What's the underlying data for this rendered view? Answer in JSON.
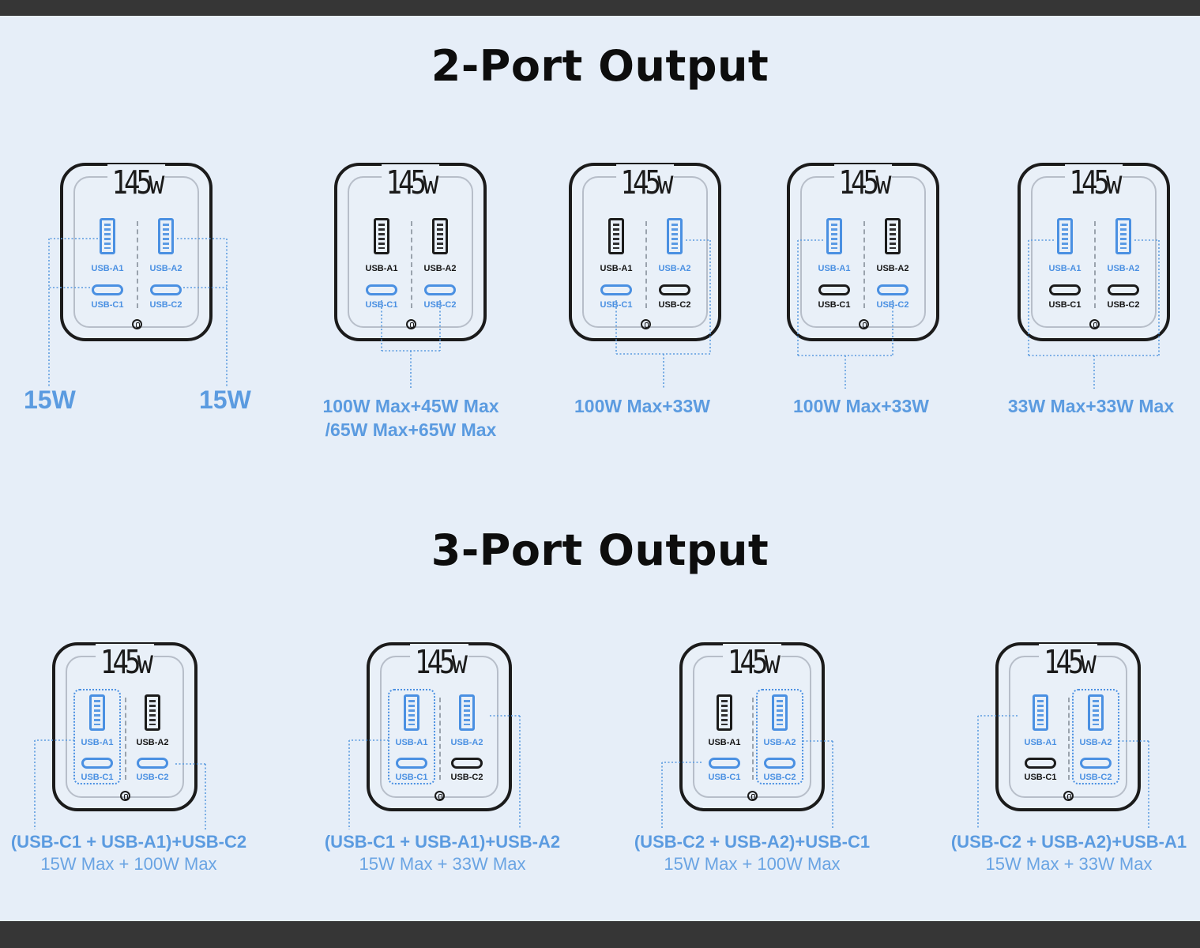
{
  "two_port": {
    "title": "2-Port Output",
    "chargers": [
      {
        "watt": "145w",
        "ports": {
          "a1": {
            "label": "USB-A1",
            "active": true
          },
          "a2": {
            "label": "USB-A2",
            "active": true
          },
          "c1": {
            "label": "USB-C1",
            "active": true
          },
          "c2": {
            "label": "USB-C2",
            "active": true
          }
        },
        "captions": [
          "15W",
          "15W"
        ]
      },
      {
        "watt": "145w",
        "ports": {
          "a1": {
            "label": "USB-A1",
            "active": false
          },
          "a2": {
            "label": "USB-A2",
            "active": false
          },
          "c1": {
            "label": "USB-C1",
            "active": true
          },
          "c2": {
            "label": "USB-C2",
            "active": true
          }
        },
        "captions": [
          "100W Max+45W Max",
          "/65W Max+65W Max"
        ]
      },
      {
        "watt": "145w",
        "ports": {
          "a1": {
            "label": "USB-A1",
            "active": false
          },
          "a2": {
            "label": "USB-A2",
            "active": true
          },
          "c1": {
            "label": "USB-C1",
            "active": true
          },
          "c2": {
            "label": "USB-C2",
            "active": false
          }
        },
        "captions": [
          "100W Max+33W"
        ]
      },
      {
        "watt": "145w",
        "ports": {
          "a1": {
            "label": "USB-A1",
            "active": true
          },
          "a2": {
            "label": "USB-A2",
            "active": false
          },
          "c1": {
            "label": "USB-C1",
            "active": false
          },
          "c2": {
            "label": "USB-C2",
            "active": true
          }
        },
        "captions": [
          "100W Max+33W"
        ]
      },
      {
        "watt": "145w",
        "ports": {
          "a1": {
            "label": "USB-A1",
            "active": true
          },
          "a2": {
            "label": "USB-A2",
            "active": true
          },
          "c1": {
            "label": "USB-C1",
            "active": false
          },
          "c2": {
            "label": "USB-C2",
            "active": false
          }
        },
        "captions": [
          "33W Max+33W Max"
        ]
      }
    ]
  },
  "three_port": {
    "title": "3-Port Output",
    "chargers": [
      {
        "watt": "145w",
        "ports": {
          "a1": {
            "label": "USB-A1",
            "active": true
          },
          "a2": {
            "label": "USB-A2",
            "active": false
          },
          "c1": {
            "label": "USB-C1",
            "active": true
          },
          "c2": {
            "label": "USB-C2",
            "active": true
          }
        },
        "captions": [
          "(USB-C1 + USB-A1)+USB-C2",
          "15W Max + 100W Max"
        ]
      },
      {
        "watt": "145w",
        "ports": {
          "a1": {
            "label": "USB-A1",
            "active": true
          },
          "a2": {
            "label": "USB-A2",
            "active": true
          },
          "c1": {
            "label": "USB-C1",
            "active": true
          },
          "c2": {
            "label": "USB-C2",
            "active": false
          }
        },
        "captions": [
          "(USB-C1 + USB-A1)+USB-A2",
          "15W Max + 33W Max"
        ]
      },
      {
        "watt": "145w",
        "ports": {
          "a1": {
            "label": "USB-A1",
            "active": false
          },
          "a2": {
            "label": "USB-A2",
            "active": true
          },
          "c1": {
            "label": "USB-C1",
            "active": true
          },
          "c2": {
            "label": "USB-C2",
            "active": true
          }
        },
        "captions": [
          "(USB-C2 + USB-A2)+USB-C1",
          "15W Max + 100W Max"
        ]
      },
      {
        "watt": "145w",
        "ports": {
          "a1": {
            "label": "USB-A1",
            "active": true
          },
          "a2": {
            "label": "USB-A2",
            "active": true
          },
          "c1": {
            "label": "USB-C1",
            "active": false
          },
          "c2": {
            "label": "USB-C2",
            "active": true
          }
        },
        "captions": [
          "(USB-C2 + USB-A2)+USB-A1",
          "15W Max + 33W Max"
        ]
      }
    ]
  },
  "colors": {
    "active": "#4a90e2",
    "inactive": "#1b1b1b",
    "caption": "#5b9be0",
    "background": "#e6eef8"
  }
}
